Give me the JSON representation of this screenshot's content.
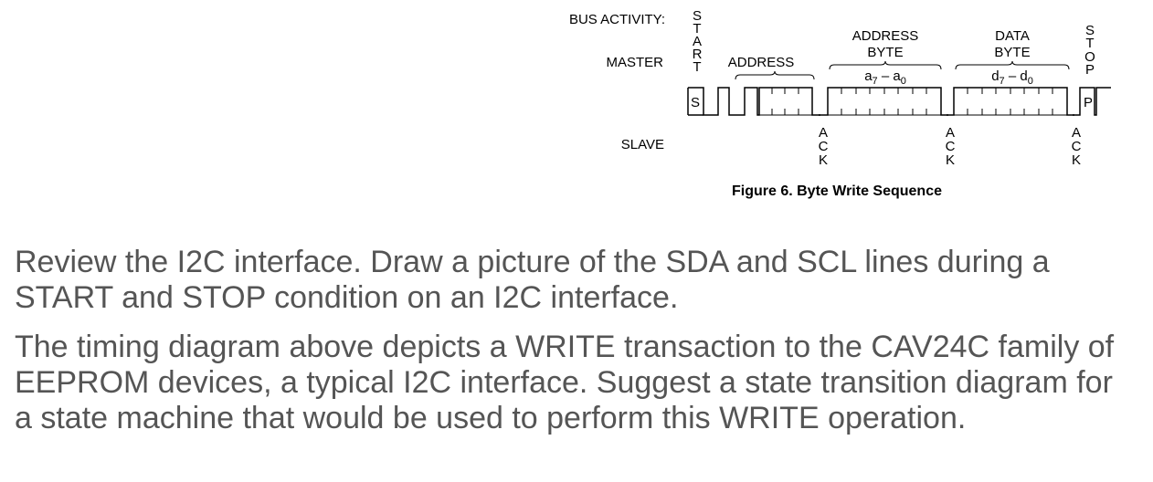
{
  "figure": {
    "labels": {
      "bus_activity": "BUS ACTIVITY:",
      "master": "MASTER",
      "slave": "SLAVE"
    },
    "start_letters": [
      "S",
      "T",
      "A",
      "R",
      "T"
    ],
    "stop_letters": [
      "S",
      "T",
      "O",
      "P"
    ],
    "ack_letters": [
      "A",
      "C",
      "K"
    ],
    "fields": {
      "address": "ADDRESS",
      "address_byte_line1": "ADDRESS",
      "address_byte_line2": "BYTE",
      "address_range": {
        "a": "a",
        "from_sub": "7",
        "dash": " – ",
        "b": "a",
        "to_sub": "0"
      },
      "data_byte_line1": "DATA",
      "data_byte_line2": "BYTE",
      "data_range": {
        "a": "d",
        "from_sub": "7",
        "dash": " – ",
        "b": "d",
        "to_sub": "0"
      }
    },
    "markers": {
      "start": "S",
      "stop": "P"
    },
    "caption": "Figure 6. Byte Write Sequence"
  },
  "questions": [
    "Review the I2C interface. Draw a picture of the SDA and SCL lines during a START and STOP condition on an I2C interface.",
    "The timing diagram above depicts a WRITE transaction to the CAV24C family of EEPROM devices, a typical I2C interface. Suggest a state transition diagram for a state machine that would be used to perform this WRITE operation."
  ]
}
